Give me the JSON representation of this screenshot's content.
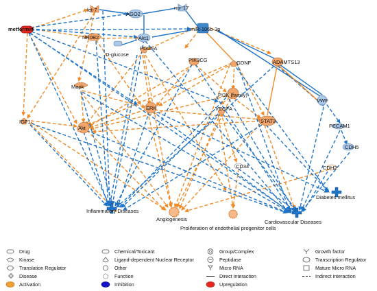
{
  "nodes": {
    "let7": "let-7",
    "ago2": "AGO2",
    "mir17": "mir-17",
    "mir106b": "miR-106b-3p",
    "metformin": "metformin",
    "nr0b2": "NR0B2",
    "akt1": "Akt1",
    "dglucose": "D-glucose",
    "pdgfa": "PDGFA",
    "pik3cg": "PIK3CG",
    "gdnf": "GDNF",
    "adamts13": "ADAMTS13",
    "mapk": "Mapk",
    "pi3k": "PI3K (family)",
    "erk": "ERK",
    "vwf": "VWF",
    "igf1": "IGF1",
    "akt": "Akt",
    "vegfa": "VEGFA",
    "stat3": "STAT3",
    "pecam1": "PECAM1",
    "cdh5": "CDH5",
    "cd34": "CD34",
    "cdh2": "CDH2",
    "diabetes": "Diabetes mellitus",
    "inflammatory": "Inflammatory Diseases",
    "angiogenesis": "Angiogenesis",
    "cardiovascular": "Cardiovascular Diseases",
    "proliferation": "Proliferation of endothelial progenitor cells"
  },
  "legend": {
    "drug": "Drug",
    "kinase": "Kinase",
    "translation": "Translation Regulator",
    "disease": "Disease",
    "activation": "Activation",
    "chemical": "Chemical/Toxicant",
    "ligand": "Ligand-dependent Nuclear Receptor",
    "other": "Other",
    "function": "Function",
    "inhibition": "Inhibition",
    "group": "Group/Complex",
    "peptidase": "Peptidase",
    "microrna": "Micro RNA",
    "direct": "Direct interaction",
    "upregulation": "Upregulation",
    "growth": "Growth factor",
    "transcription": "Transcription Regulator",
    "mature": "Mature Micro RNA",
    "indirect": "Indirect interaction"
  },
  "colors": {
    "activation": "#f08a24",
    "inhibition": "#1f73c6",
    "upregulation": "#e8281e",
    "node_orange": "#f2a56a",
    "node_blue": "#a9c8ea"
  }
}
